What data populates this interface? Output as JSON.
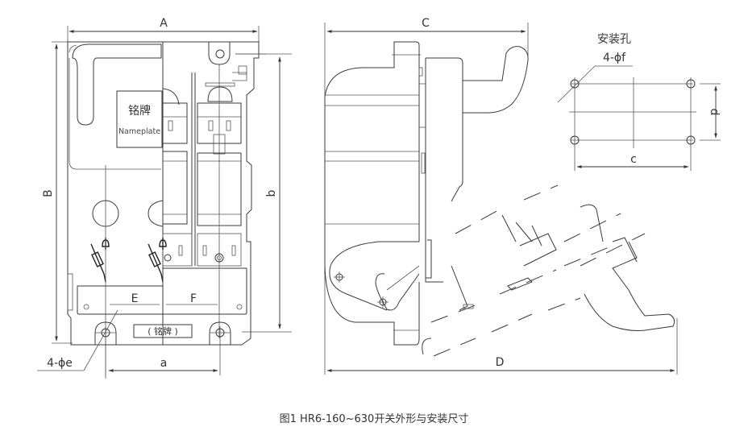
{
  "front_view": {
    "dim_width": "A",
    "dim_height": "B",
    "dim_inner_height": "b",
    "dim_hole_spacing": "a",
    "region_e": "E",
    "region_f": "F",
    "hole_callout": "4-ϕe",
    "nameplate_cn": "铭牌",
    "nameplate_en": "Nameplate",
    "bottom_nameplate": "( 铭牌 )"
  },
  "side_view": {
    "dim_depth": "C",
    "dim_open_depth": "D"
  },
  "mounting_view": {
    "title": "安装孔",
    "hole_callout": "4-ϕf",
    "dim_horizontal": "c",
    "dim_vertical": "d"
  },
  "caption": "图1 HR6-160~630开关外形与安装尺寸"
}
